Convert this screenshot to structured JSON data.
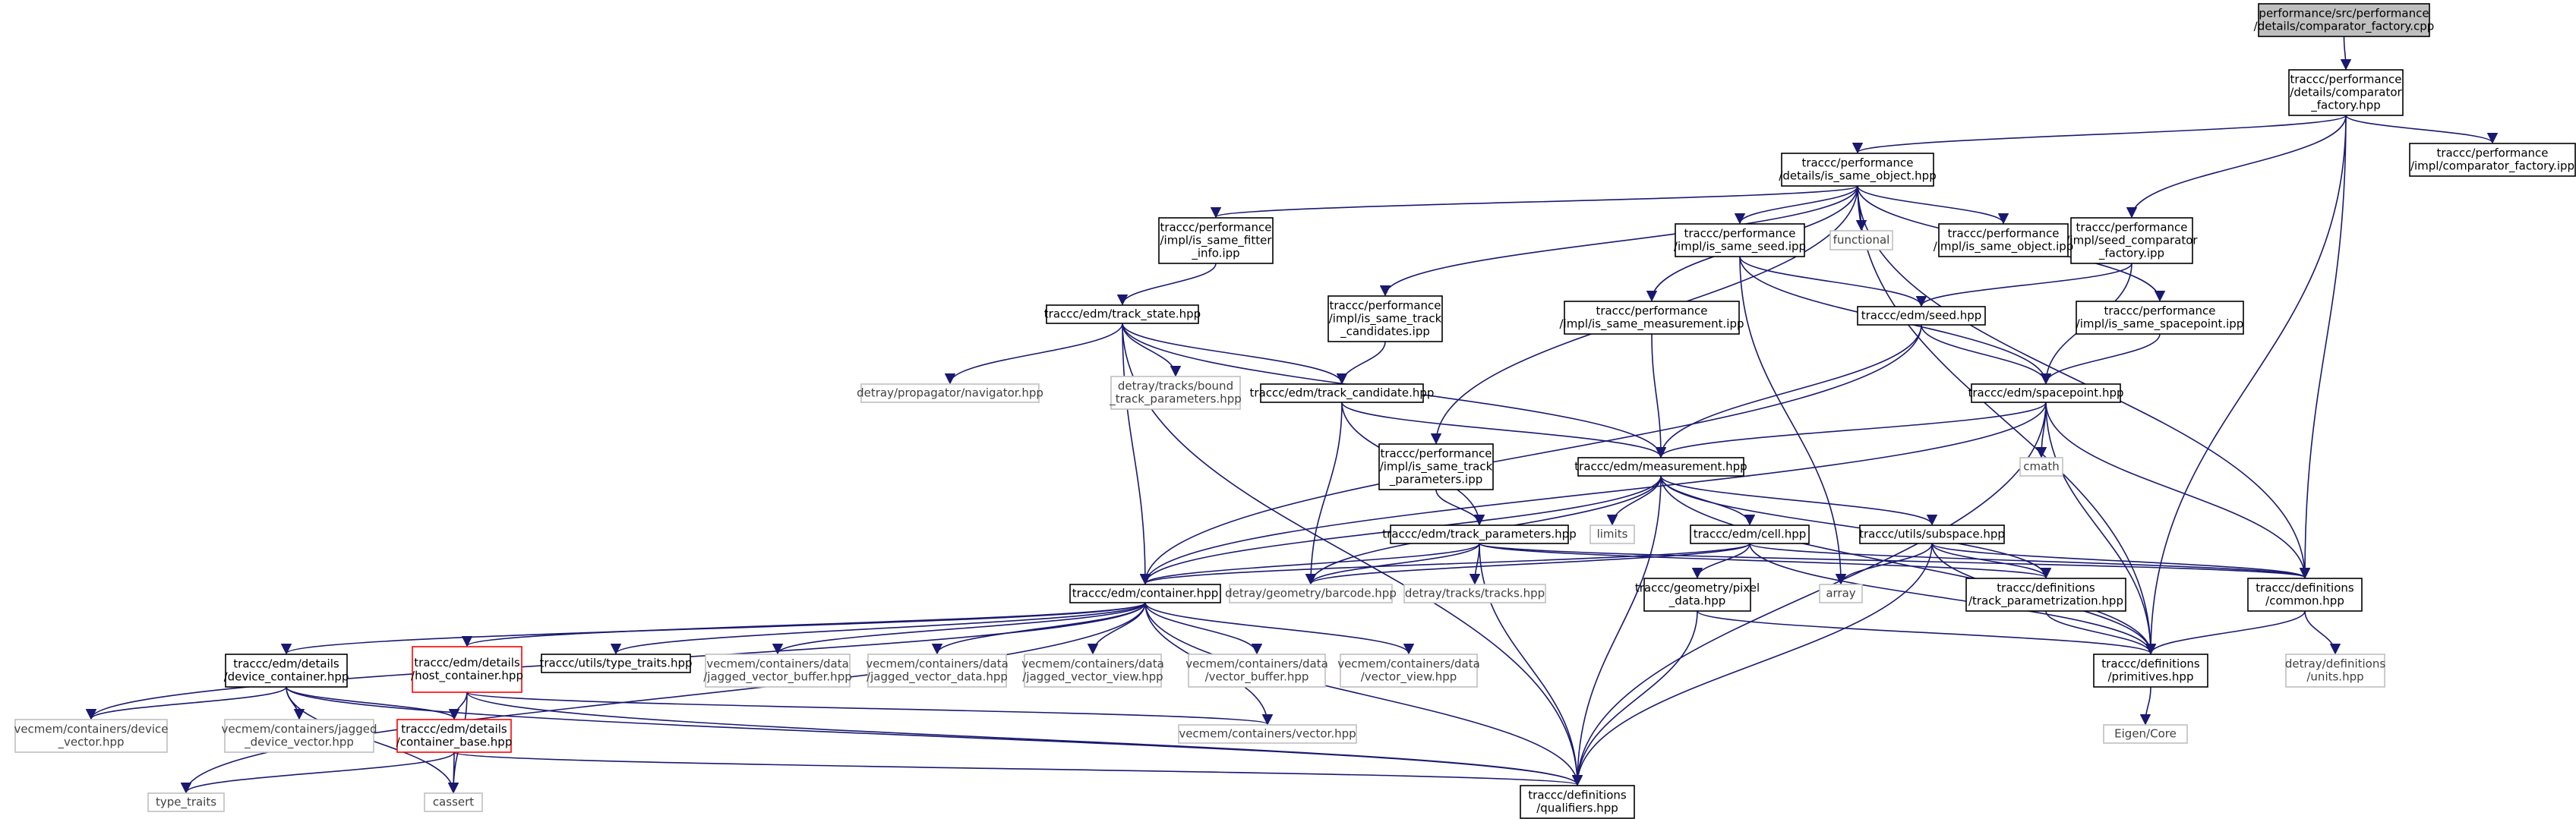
{
  "colors": {
    "edge": "#191970",
    "node_border": "#000000",
    "external_border": "#bfbfbf",
    "truncated_border": "#ff0000",
    "root_fill": "#bfbfbf",
    "node_fill": "#ffffff"
  },
  "nodes": [
    {
      "id": "root",
      "lines": [
        "performance/src/performance",
        "/details/comparator_factory.cpp"
      ],
      "kind": "root"
    },
    {
      "id": "comparator_factory_hpp",
      "lines": [
        "traccc/performance",
        "/details/comparator",
        "_factory.hpp"
      ],
      "kind": "normal"
    },
    {
      "id": "impl_comparator_factory_ipp",
      "lines": [
        "traccc/performance",
        "/impl/comparator_factory.ipp"
      ],
      "kind": "normal"
    },
    {
      "id": "is_same_object_hpp",
      "lines": [
        "traccc/performance",
        "/details/is_same_object.hpp"
      ],
      "kind": "normal"
    },
    {
      "id": "seed_comparator_factory_ipp",
      "lines": [
        "traccc/performance",
        "/impl/seed_comparator",
        "_factory.ipp"
      ],
      "kind": "normal"
    },
    {
      "id": "is_same_fitter_info_ipp",
      "lines": [
        "traccc/performance",
        "/impl/is_same_fitter",
        "_info.ipp"
      ],
      "kind": "normal"
    },
    {
      "id": "is_same_seed_ipp",
      "lines": [
        "traccc/performance",
        "/impl/is_same_seed.ipp"
      ],
      "kind": "normal"
    },
    {
      "id": "functional",
      "lines": [
        "functional"
      ],
      "kind": "external"
    },
    {
      "id": "is_same_object_ipp",
      "lines": [
        "traccc/performance",
        "/impl/is_same_object.ipp"
      ],
      "kind": "normal"
    },
    {
      "id": "is_same_spacepoint_ipp",
      "lines": [
        "traccc/performance",
        "/impl/is_same_spacepoint.ipp"
      ],
      "kind": "normal"
    },
    {
      "id": "track_state_hpp",
      "lines": [
        "traccc/edm/track_state.hpp"
      ],
      "kind": "normal"
    },
    {
      "id": "is_same_track_candidates_ipp",
      "lines": [
        "traccc/performance",
        "/impl/is_same_track",
        "_candidates.ipp"
      ],
      "kind": "normal"
    },
    {
      "id": "is_same_measurement_ipp",
      "lines": [
        "traccc/performance",
        "/impl/is_same_measurement.ipp"
      ],
      "kind": "normal"
    },
    {
      "id": "seed_hpp",
      "lines": [
        "traccc/edm/seed.hpp"
      ],
      "kind": "normal"
    },
    {
      "id": "navigator_hpp",
      "lines": [
        "detray/propagator/navigator.hpp"
      ],
      "kind": "external"
    },
    {
      "id": "bound_track_parameters_hpp",
      "lines": [
        "detray/tracks/bound",
        "_track_parameters.hpp"
      ],
      "kind": "external"
    },
    {
      "id": "track_candidate_hpp",
      "lines": [
        "traccc/edm/track_candidate.hpp"
      ],
      "kind": "normal"
    },
    {
      "id": "spacepoint_hpp",
      "lines": [
        "traccc/edm/spacepoint.hpp"
      ],
      "kind": "normal"
    },
    {
      "id": "is_same_track_parameters_ipp",
      "lines": [
        "traccc/performance",
        "/impl/is_same_track",
        "_parameters.ipp"
      ],
      "kind": "normal"
    },
    {
      "id": "measurement_hpp",
      "lines": [
        "traccc/edm/measurement.hpp"
      ],
      "kind": "normal"
    },
    {
      "id": "cmath",
      "lines": [
        "cmath"
      ],
      "kind": "external"
    },
    {
      "id": "limits",
      "lines": [
        "limits"
      ],
      "kind": "external"
    },
    {
      "id": "track_parameters_hpp",
      "lines": [
        "traccc/edm/track_parameters.hpp"
      ],
      "kind": "normal"
    },
    {
      "id": "cell_hpp",
      "lines": [
        "traccc/edm/cell.hpp"
      ],
      "kind": "normal"
    },
    {
      "id": "subspace_hpp",
      "lines": [
        "traccc/utils/subspace.hpp"
      ],
      "kind": "normal"
    },
    {
      "id": "container_hpp",
      "lines": [
        "traccc/edm/container.hpp"
      ],
      "kind": "normal"
    },
    {
      "id": "barcode_hpp",
      "lines": [
        "detray/geometry/barcode.hpp"
      ],
      "kind": "external"
    },
    {
      "id": "tracks_hpp",
      "lines": [
        "detray/tracks/tracks.hpp"
      ],
      "kind": "external"
    },
    {
      "id": "pixel_data_hpp",
      "lines": [
        "traccc/geometry/pixel",
        "_data.hpp"
      ],
      "kind": "normal"
    },
    {
      "id": "array",
      "lines": [
        "array"
      ],
      "kind": "external"
    },
    {
      "id": "track_parametrization_hpp",
      "lines": [
        "traccc/definitions",
        "/track_parametrization.hpp"
      ],
      "kind": "normal"
    },
    {
      "id": "common_hpp",
      "lines": [
        "traccc/definitions",
        "/common.hpp"
      ],
      "kind": "normal"
    },
    {
      "id": "device_container_hpp",
      "lines": [
        "traccc/edm/details",
        "/device_container.hpp"
      ],
      "kind": "normal"
    },
    {
      "id": "host_container_hpp",
      "lines": [
        "traccc/edm/details",
        "/host_container.hpp"
      ],
      "kind": "truncated"
    },
    {
      "id": "type_traits_hpp",
      "lines": [
        "traccc/utils/type_traits.hpp"
      ],
      "kind": "normal"
    },
    {
      "id": "jagged_vector_buffer_hpp",
      "lines": [
        "vecmem/containers/data",
        "/jagged_vector_buffer.hpp"
      ],
      "kind": "external"
    },
    {
      "id": "jagged_vector_data_hpp",
      "lines": [
        "vecmem/containers/data",
        "/jagged_vector_data.hpp"
      ],
      "kind": "external"
    },
    {
      "id": "jagged_vector_view_hpp",
      "lines": [
        "vecmem/containers/data",
        "/jagged_vector_view.hpp"
      ],
      "kind": "external"
    },
    {
      "id": "vector_buffer_hpp",
      "lines": [
        "vecmem/containers/data",
        "/vector_buffer.hpp"
      ],
      "kind": "external"
    },
    {
      "id": "vector_view_hpp",
      "lines": [
        "vecmem/containers/data",
        "/vector_view.hpp"
      ],
      "kind": "external"
    },
    {
      "id": "primitives_hpp",
      "lines": [
        "traccc/definitions",
        "/primitives.hpp"
      ],
      "kind": "normal"
    },
    {
      "id": "units_hpp",
      "lines": [
        "detray/definitions",
        "/units.hpp"
      ],
      "kind": "external"
    },
    {
      "id": "device_vector_hpp",
      "lines": [
        "vecmem/containers/device",
        "_vector.hpp"
      ],
      "kind": "external"
    },
    {
      "id": "jagged_device_vector_hpp",
      "lines": [
        "vecmem/containers/jagged",
        "_device_vector.hpp"
      ],
      "kind": "external"
    },
    {
      "id": "container_base_hpp",
      "lines": [
        "traccc/edm/details",
        "/container_base.hpp"
      ],
      "kind": "truncated"
    },
    {
      "id": "vector_hpp",
      "lines": [
        "vecmem/containers/vector.hpp"
      ],
      "kind": "external"
    },
    {
      "id": "eigen_core",
      "lines": [
        "Eigen/Core"
      ],
      "kind": "external"
    },
    {
      "id": "type_traits",
      "lines": [
        "type_traits"
      ],
      "kind": "external"
    },
    {
      "id": "cassert",
      "lines": [
        "cassert"
      ],
      "kind": "external"
    },
    {
      "id": "qualifiers_hpp",
      "lines": [
        "traccc/definitions",
        "/qualifiers.hpp"
      ],
      "kind": "normal"
    }
  ],
  "edges": [
    [
      "root",
      "comparator_factory_hpp"
    ],
    [
      "comparator_factory_hpp",
      "is_same_object_hpp"
    ],
    [
      "comparator_factory_hpp",
      "impl_comparator_factory_ipp"
    ],
    [
      "comparator_factory_hpp",
      "seed_comparator_factory_ipp"
    ],
    [
      "comparator_factory_hpp",
      "common_hpp"
    ],
    [
      "comparator_factory_hpp",
      "primitives_hpp"
    ],
    [
      "is_same_object_hpp",
      "is_same_fitter_info_ipp"
    ],
    [
      "is_same_object_hpp",
      "is_same_track_candidates_ipp"
    ],
    [
      "is_same_object_hpp",
      "is_same_measurement_ipp"
    ],
    [
      "is_same_object_hpp",
      "is_same_seed_ipp"
    ],
    [
      "is_same_object_hpp",
      "functional"
    ],
    [
      "is_same_object_hpp",
      "is_same_object_ipp"
    ],
    [
      "is_same_object_hpp",
      "is_same_spacepoint_ipp"
    ],
    [
      "is_same_object_hpp",
      "is_same_track_parameters_ipp"
    ],
    [
      "is_same_object_hpp",
      "common_hpp"
    ],
    [
      "is_same_object_hpp",
      "primitives_hpp"
    ],
    [
      "seed_comparator_factory_ipp",
      "seed_hpp"
    ],
    [
      "seed_comparator_factory_ipp",
      "spacepoint_hpp"
    ],
    [
      "is_same_fitter_info_ipp",
      "track_state_hpp"
    ],
    [
      "is_same_seed_ipp",
      "seed_hpp"
    ],
    [
      "is_same_seed_ipp",
      "spacepoint_hpp"
    ],
    [
      "is_same_seed_ipp",
      "array"
    ],
    [
      "is_same_spacepoint_ipp",
      "spacepoint_hpp"
    ],
    [
      "track_state_hpp",
      "navigator_hpp"
    ],
    [
      "track_state_hpp",
      "bound_track_parameters_hpp"
    ],
    [
      "track_state_hpp",
      "track_candidate_hpp"
    ],
    [
      "track_state_hpp",
      "measurement_hpp"
    ],
    [
      "track_state_hpp",
      "container_hpp"
    ],
    [
      "track_state_hpp",
      "qualifiers_hpp"
    ],
    [
      "is_same_track_candidates_ipp",
      "track_candidate_hpp"
    ],
    [
      "is_same_measurement_ipp",
      "measurement_hpp"
    ],
    [
      "seed_hpp",
      "spacepoint_hpp"
    ],
    [
      "seed_hpp",
      "measurement_hpp"
    ],
    [
      "seed_hpp",
      "container_hpp"
    ],
    [
      "track_candidate_hpp",
      "measurement_hpp"
    ],
    [
      "track_candidate_hpp",
      "track_parameters_hpp"
    ],
    [
      "track_candidate_hpp",
      "barcode_hpp"
    ],
    [
      "spacepoint_hpp",
      "measurement_hpp"
    ],
    [
      "spacepoint_hpp",
      "container_hpp"
    ],
    [
      "spacepoint_hpp",
      "cmath"
    ],
    [
      "spacepoint_hpp",
      "common_hpp"
    ],
    [
      "spacepoint_hpp",
      "primitives_hpp"
    ],
    [
      "spacepoint_hpp",
      "qualifiers_hpp"
    ],
    [
      "is_same_track_parameters_ipp",
      "track_parameters_hpp"
    ],
    [
      "measurement_hpp",
      "limits"
    ],
    [
      "measurement_hpp",
      "cell_hpp"
    ],
    [
      "measurement_hpp",
      "subspace_hpp"
    ],
    [
      "measurement_hpp",
      "container_hpp"
    ],
    [
      "measurement_hpp",
      "barcode_hpp"
    ],
    [
      "measurement_hpp",
      "track_parametrization_hpp"
    ],
    [
      "measurement_hpp",
      "primitives_hpp"
    ],
    [
      "measurement_hpp",
      "qualifiers_hpp"
    ],
    [
      "track_parameters_hpp",
      "container_hpp"
    ],
    [
      "track_parameters_hpp",
      "barcode_hpp"
    ],
    [
      "track_parameters_hpp",
      "tracks_hpp"
    ],
    [
      "track_parameters_hpp",
      "track_parametrization_hpp"
    ],
    [
      "track_parameters_hpp",
      "common_hpp"
    ],
    [
      "track_parameters_hpp",
      "qualifiers_hpp"
    ],
    [
      "cell_hpp",
      "pixel_data_hpp"
    ],
    [
      "cell_hpp",
      "container_hpp"
    ],
    [
      "cell_hpp",
      "barcode_hpp"
    ],
    [
      "cell_hpp",
      "common_hpp"
    ],
    [
      "cell_hpp",
      "primitives_hpp"
    ],
    [
      "subspace_hpp",
      "array"
    ],
    [
      "subspace_hpp",
      "track_parametrization_hpp"
    ],
    [
      "subspace_hpp",
      "primitives_hpp"
    ],
    [
      "subspace_hpp",
      "common_hpp"
    ],
    [
      "subspace_hpp",
      "qualifiers_hpp"
    ],
    [
      "container_hpp",
      "device_container_hpp"
    ],
    [
      "container_hpp",
      "host_container_hpp"
    ],
    [
      "container_hpp",
      "type_traits_hpp"
    ],
    [
      "container_hpp",
      "jagged_vector_buffer_hpp"
    ],
    [
      "container_hpp",
      "jagged_vector_data_hpp"
    ],
    [
      "container_hpp",
      "jagged_vector_view_hpp"
    ],
    [
      "container_hpp",
      "vector_buffer_hpp"
    ],
    [
      "container_hpp",
      "vector_view_hpp"
    ],
    [
      "container_hpp",
      "device_vector_hpp"
    ],
    [
      "container_hpp",
      "vector_hpp"
    ],
    [
      "container_hpp",
      "type_traits"
    ],
    [
      "container_hpp",
      "qualifiers_hpp"
    ],
    [
      "pixel_data_hpp",
      "primitives_hpp"
    ],
    [
      "pixel_data_hpp",
      "qualifiers_hpp"
    ],
    [
      "track_parametrization_hpp",
      "primitives_hpp"
    ],
    [
      "common_hpp",
      "primitives_hpp"
    ],
    [
      "common_hpp",
      "units_hpp"
    ],
    [
      "device_container_hpp",
      "container_base_hpp"
    ],
    [
      "device_container_hpp",
      "device_vector_hpp"
    ],
    [
      "device_container_hpp",
      "jagged_device_vector_hpp"
    ],
    [
      "device_container_hpp",
      "cassert"
    ],
    [
      "device_container_hpp",
      "qualifiers_hpp"
    ],
    [
      "host_container_hpp",
      "container_base_hpp"
    ],
    [
      "host_container_hpp",
      "vector_hpp"
    ],
    [
      "host_container_hpp",
      "cassert"
    ],
    [
      "host_container_hpp",
      "qualifiers_hpp"
    ],
    [
      "container_base_hpp",
      "type_traits"
    ],
    [
      "container_base_hpp",
      "cassert"
    ],
    [
      "container_base_hpp",
      "qualifiers_hpp"
    ],
    [
      "primitives_hpp",
      "eigen_core"
    ]
  ]
}
